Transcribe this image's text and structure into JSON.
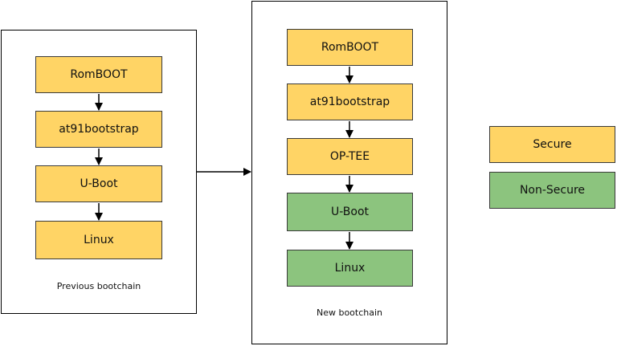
{
  "colors": {
    "secure": "#ffd465",
    "non_secure": "#8cc47e",
    "border": "#3a3a3a"
  },
  "previous_chain": {
    "caption": "Previous bootchain",
    "stages": [
      "RomBOOT",
      "at91bootstrap",
      "U-Boot",
      "Linux"
    ]
  },
  "new_chain": {
    "caption": "New bootchain",
    "stages": [
      "RomBOOT",
      "at91bootstrap",
      "OP-TEE",
      "U-Boot",
      "Linux"
    ]
  },
  "legend": {
    "secure": "Secure",
    "non_secure": "Non-Secure"
  }
}
